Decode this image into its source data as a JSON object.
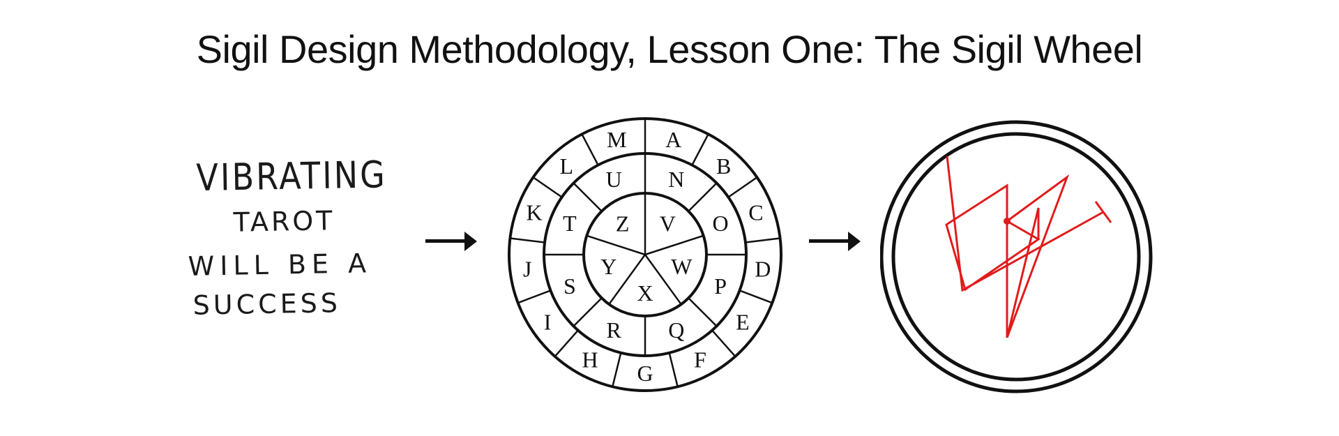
{
  "title": "Sigil Design Methodology, Lesson One: The Sigil Wheel",
  "statement": {
    "lines": [
      "VIBRATING",
      "TAROT",
      "WILL BE A",
      "SUCCESS"
    ]
  },
  "wheel": {
    "outer_ring": [
      "A",
      "B",
      "C",
      "D",
      "E",
      "F",
      "G",
      "H",
      "I",
      "J",
      "K",
      "L",
      "M"
    ],
    "middle_ring": [
      "N",
      "O",
      "P",
      "Q",
      "R",
      "S",
      "T",
      "U"
    ],
    "inner_ring": [
      "V",
      "W",
      "X",
      "Y",
      "Z"
    ]
  },
  "sigil": {
    "stroke_color": "#e11b1b"
  },
  "arrows": [
    "arrow-right-icon",
    "arrow-right-icon"
  ]
}
